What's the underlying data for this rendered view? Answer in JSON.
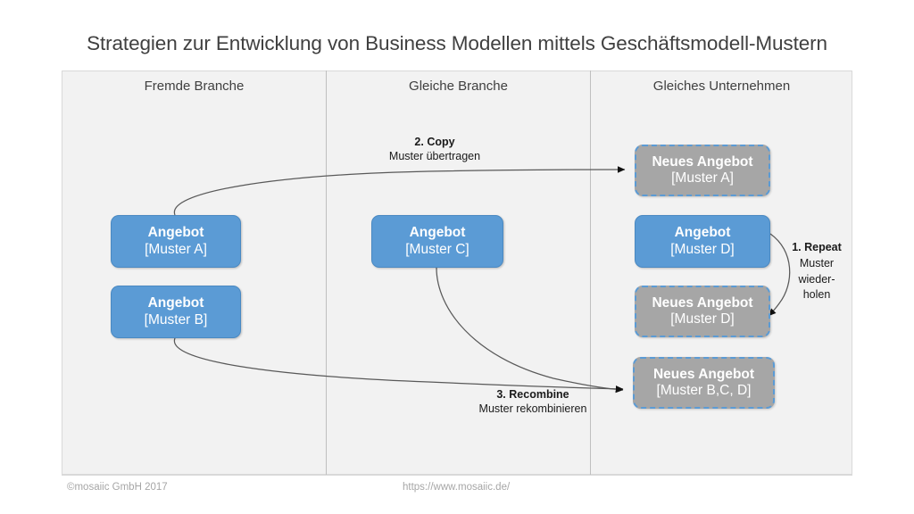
{
  "slide": {
    "title": "Strategien zur Entwicklung von Business Modellen mittels Geschäftsmodell-Mustern"
  },
  "columns": [
    {
      "id": "fremde-branche",
      "label": "Fremde Branche"
    },
    {
      "id": "gleiche-branche",
      "label": "Gleiche Branche"
    },
    {
      "id": "gleiches-unternehmen",
      "label": "Gleiches Unternehmen"
    }
  ],
  "boxes": [
    {
      "id": "angebot-muster-a",
      "line1": "Angebot",
      "line2": "[Muster A]",
      "style": "blue",
      "column": "fremde-branche"
    },
    {
      "id": "angebot-muster-b",
      "line1": "Angebot",
      "line2": "[Muster B]",
      "style": "blue",
      "column": "fremde-branche"
    },
    {
      "id": "angebot-muster-c",
      "line1": "Angebot",
      "line2": "[Muster C]",
      "style": "blue",
      "column": "gleiche-branche"
    },
    {
      "id": "neues-angebot-muster-a",
      "line1": "Neues Angebot",
      "line2": "[Muster A]",
      "style": "grey",
      "column": "gleiches-unternehmen"
    },
    {
      "id": "angebot-muster-d",
      "line1": "Angebot",
      "line2": "[Muster D]",
      "style": "blue",
      "column": "gleiches-unternehmen"
    },
    {
      "id": "neues-angebot-muster-d",
      "line1": "Neues Angebot",
      "line2": "[Muster D]",
      "style": "grey",
      "column": "gleiches-unternehmen"
    },
    {
      "id": "neues-angebot-muster-bcd",
      "line1": "Neues Angebot",
      "line2": "[Muster B,C, D]",
      "style": "grey",
      "column": "gleiches-unternehmen"
    }
  ],
  "annotations": {
    "repeat": {
      "heading": "1. Repeat",
      "line1": "Muster",
      "line2": "wieder-",
      "line3": "holen"
    },
    "copy": {
      "heading": "2. Copy",
      "sub": "Muster übertragen"
    },
    "recombine": {
      "heading": "3. Recombine",
      "sub": "Muster rekombinieren"
    }
  },
  "footer": {
    "copyright": "©mosaiic GmbH 2017",
    "url": "https://www.mosaiic.de/"
  },
  "colors": {
    "box_blue": "#5B9BD5",
    "box_grey": "#A6A6A6",
    "panel_bg": "#F2F2F2",
    "panel_border": "#D9D9D9",
    "divider": "#BFBFBF",
    "text_dark": "#404040",
    "arrow": "#595959",
    "footer_text": "#A6A6A6"
  }
}
